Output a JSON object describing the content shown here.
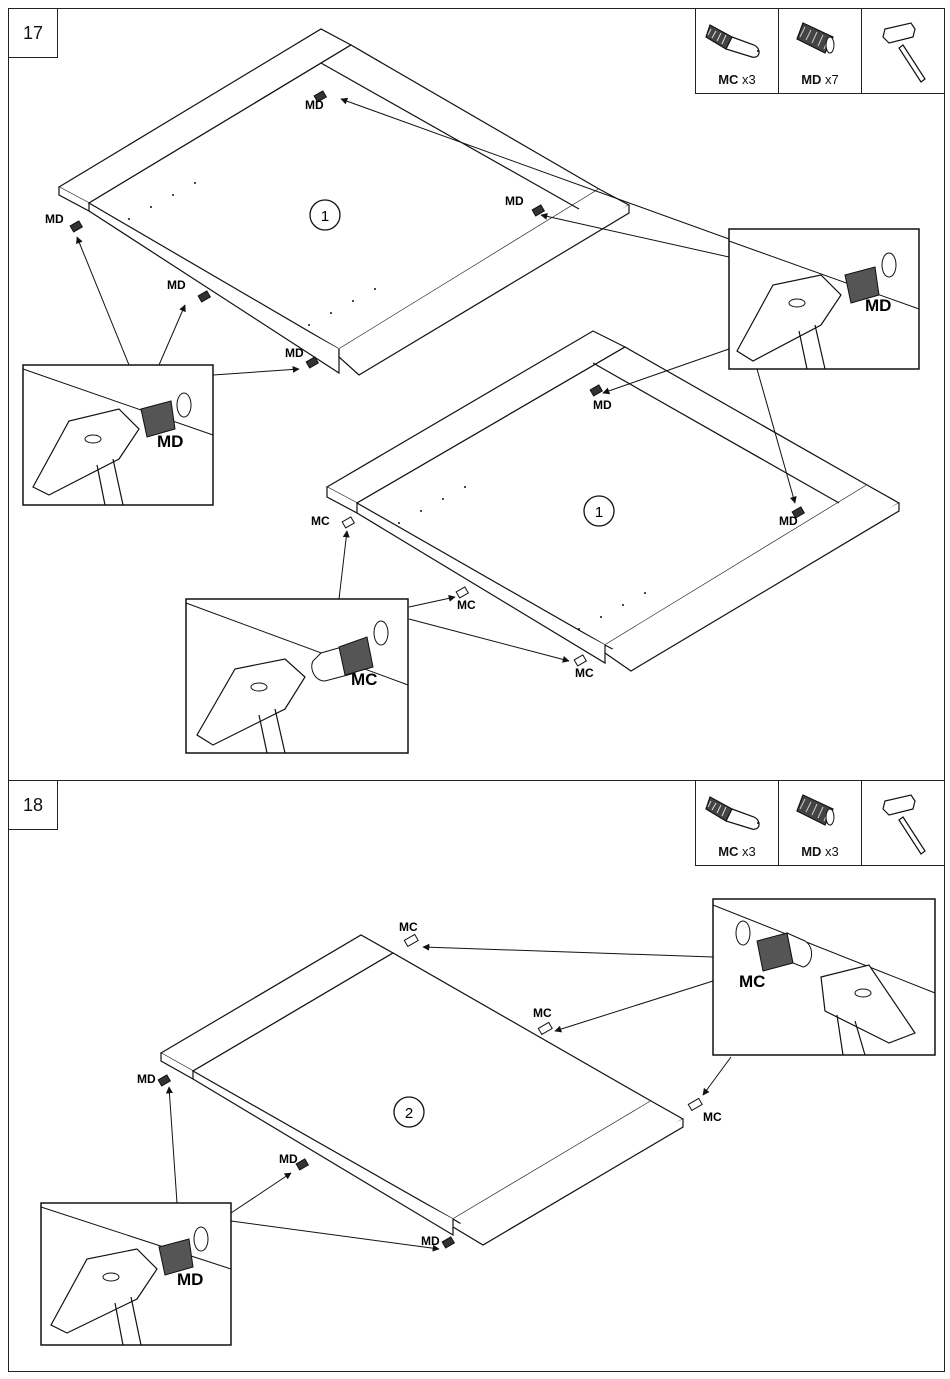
{
  "step17": {
    "number": "17",
    "parts": [
      {
        "code": "MC",
        "qty": "x3",
        "icon": "dowel-pin-icon"
      },
      {
        "code": "MD",
        "qty": "x7",
        "icon": "screw-insert-icon"
      },
      {
        "icon": "hammer-icon"
      }
    ],
    "panel_marker_a": "1",
    "panel_marker_b": "1",
    "md": "MD",
    "mc": "MC"
  },
  "step18": {
    "number": "18",
    "parts": [
      {
        "code": "MC",
        "qty": "x3",
        "icon": "dowel-pin-icon"
      },
      {
        "code": "MD",
        "qty": "x3",
        "icon": "screw-insert-icon"
      },
      {
        "icon": "hammer-icon"
      }
    ],
    "panel_marker": "2",
    "md": "MD",
    "mc": "MC"
  }
}
